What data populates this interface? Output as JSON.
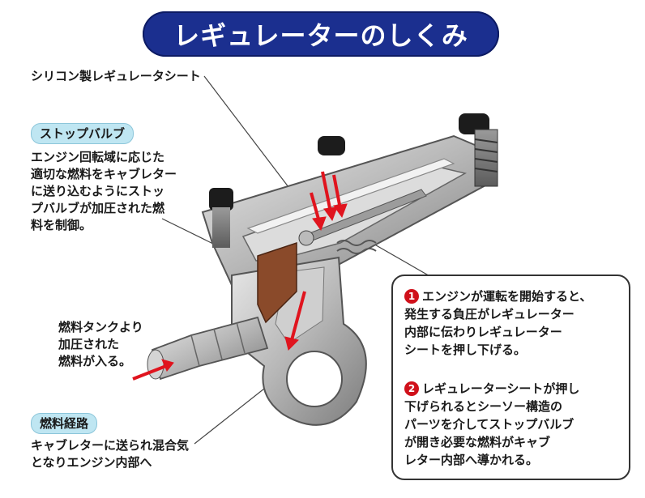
{
  "title": "レギュレーターのしくみ",
  "labels": {
    "silicone_sheet": "シリコン製レギュレータシート",
    "fuel_tank": "燃料タンクより\n加圧された\n燃料が入る。"
  },
  "stop_valve": {
    "tag": "ストップバルブ",
    "description": "エンジン回転域に応じた\n適切な燃料をキャブレター\nに送り込むようにストッ\nプバルブが加圧された燃\n料を制御。"
  },
  "fuel_path": {
    "tag": "燃料経路",
    "description": "キャブレターに送られ混合気\nとなりエンジン内部へ"
  },
  "steps": [
    {
      "num": "1",
      "text": "エンジンが運転を開始すると、\n発生する負圧がレギュレーター\n内部に伝わりレギュレーター\nシートを押し下げる。"
    },
    {
      "num": "2",
      "text": "レギュレーターシートが押し\n下げられるとシーソー構造の\nパーツを介してストップバルブ\nが開き必要な燃料がキャブ\nレター内部へ導かれる。"
    }
  ],
  "colors": {
    "title_bg": "#1b2f8f",
    "tag_bg": "#bfe6f2",
    "arrow": "#e0141e",
    "number_badge": "#d0101a",
    "valve": "#8a4a2a"
  }
}
